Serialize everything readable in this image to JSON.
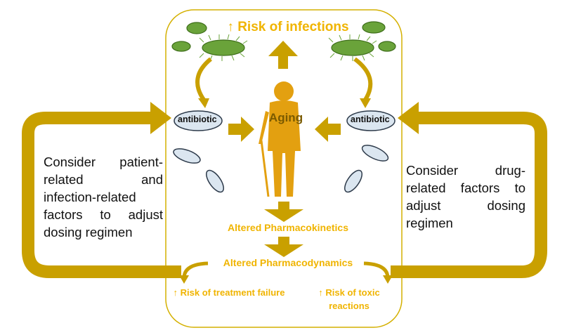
{
  "center": {
    "title": "↑ Risk of infections",
    "aging": "Aging",
    "pharmacokinetics": "Altered Pharmacokinetics",
    "pharmacodynamics": "Altered Pharmacodynamics",
    "treatment_failure": "↑ Risk of treatment failure",
    "toxic_reactions": "↑ Risk of toxic reactions"
  },
  "pills": {
    "left_label": "antibiotic",
    "right_label": "antibiotic"
  },
  "left_box": {
    "text": "Consider patient-related and infection-related factors to adjust dosing regimen"
  },
  "right_box": {
    "text": "Consider drug-related factors to adjust dosing regimen"
  },
  "colors": {
    "gold": "#c9a000",
    "text_gold": "#f0b400",
    "bacteria": "#5aa02c",
    "pill": "#dbe6f0"
  },
  "icons": [
    "bacteria-icon",
    "antibiotic-pill-icon",
    "elderly-person-icon",
    "arrow-icon"
  ]
}
